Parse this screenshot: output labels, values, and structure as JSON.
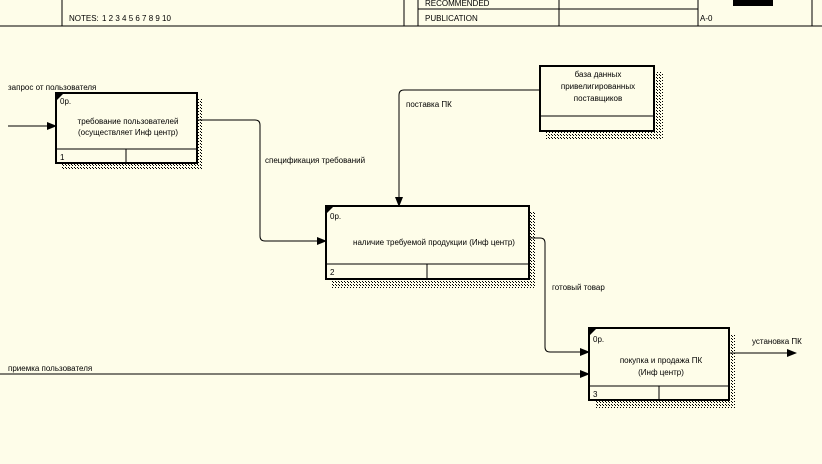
{
  "header": {
    "notes_label": "NOTES:",
    "notes_numbers": "1 2 3 4 5 6 7 8 9 10",
    "recommended": "RECOMMENDED",
    "publication": "PUBLICATION",
    "node_number": "A-0"
  },
  "boxes": {
    "b1": {
      "cost": "0р.",
      "text": [
        "требование пользователей",
        "(осуществляет Инф центр)"
      ],
      "number": "1"
    },
    "b2": {
      "cost": "0р.",
      "text": [
        "наличие требуемой продукции (Инф центр)"
      ],
      "number": "2"
    },
    "b3": {
      "cost": "0р.",
      "text": [
        "покупка и продажа ПК",
        "(Инф центр)"
      ],
      "number": "3"
    },
    "ref": {
      "text": [
        "база данных",
        "привелигированных",
        "поставщиков"
      ]
    }
  },
  "arrows": {
    "a_request": "запрос от пользователя",
    "a_spec": "спецификация требований",
    "a_supply": "поставка ПК",
    "a_goods": "готовый товар",
    "a_accept": "приемка пользователя",
    "a_install": "установка ПК"
  },
  "colors": {
    "background": "#fefde9",
    "line": "#000000"
  }
}
